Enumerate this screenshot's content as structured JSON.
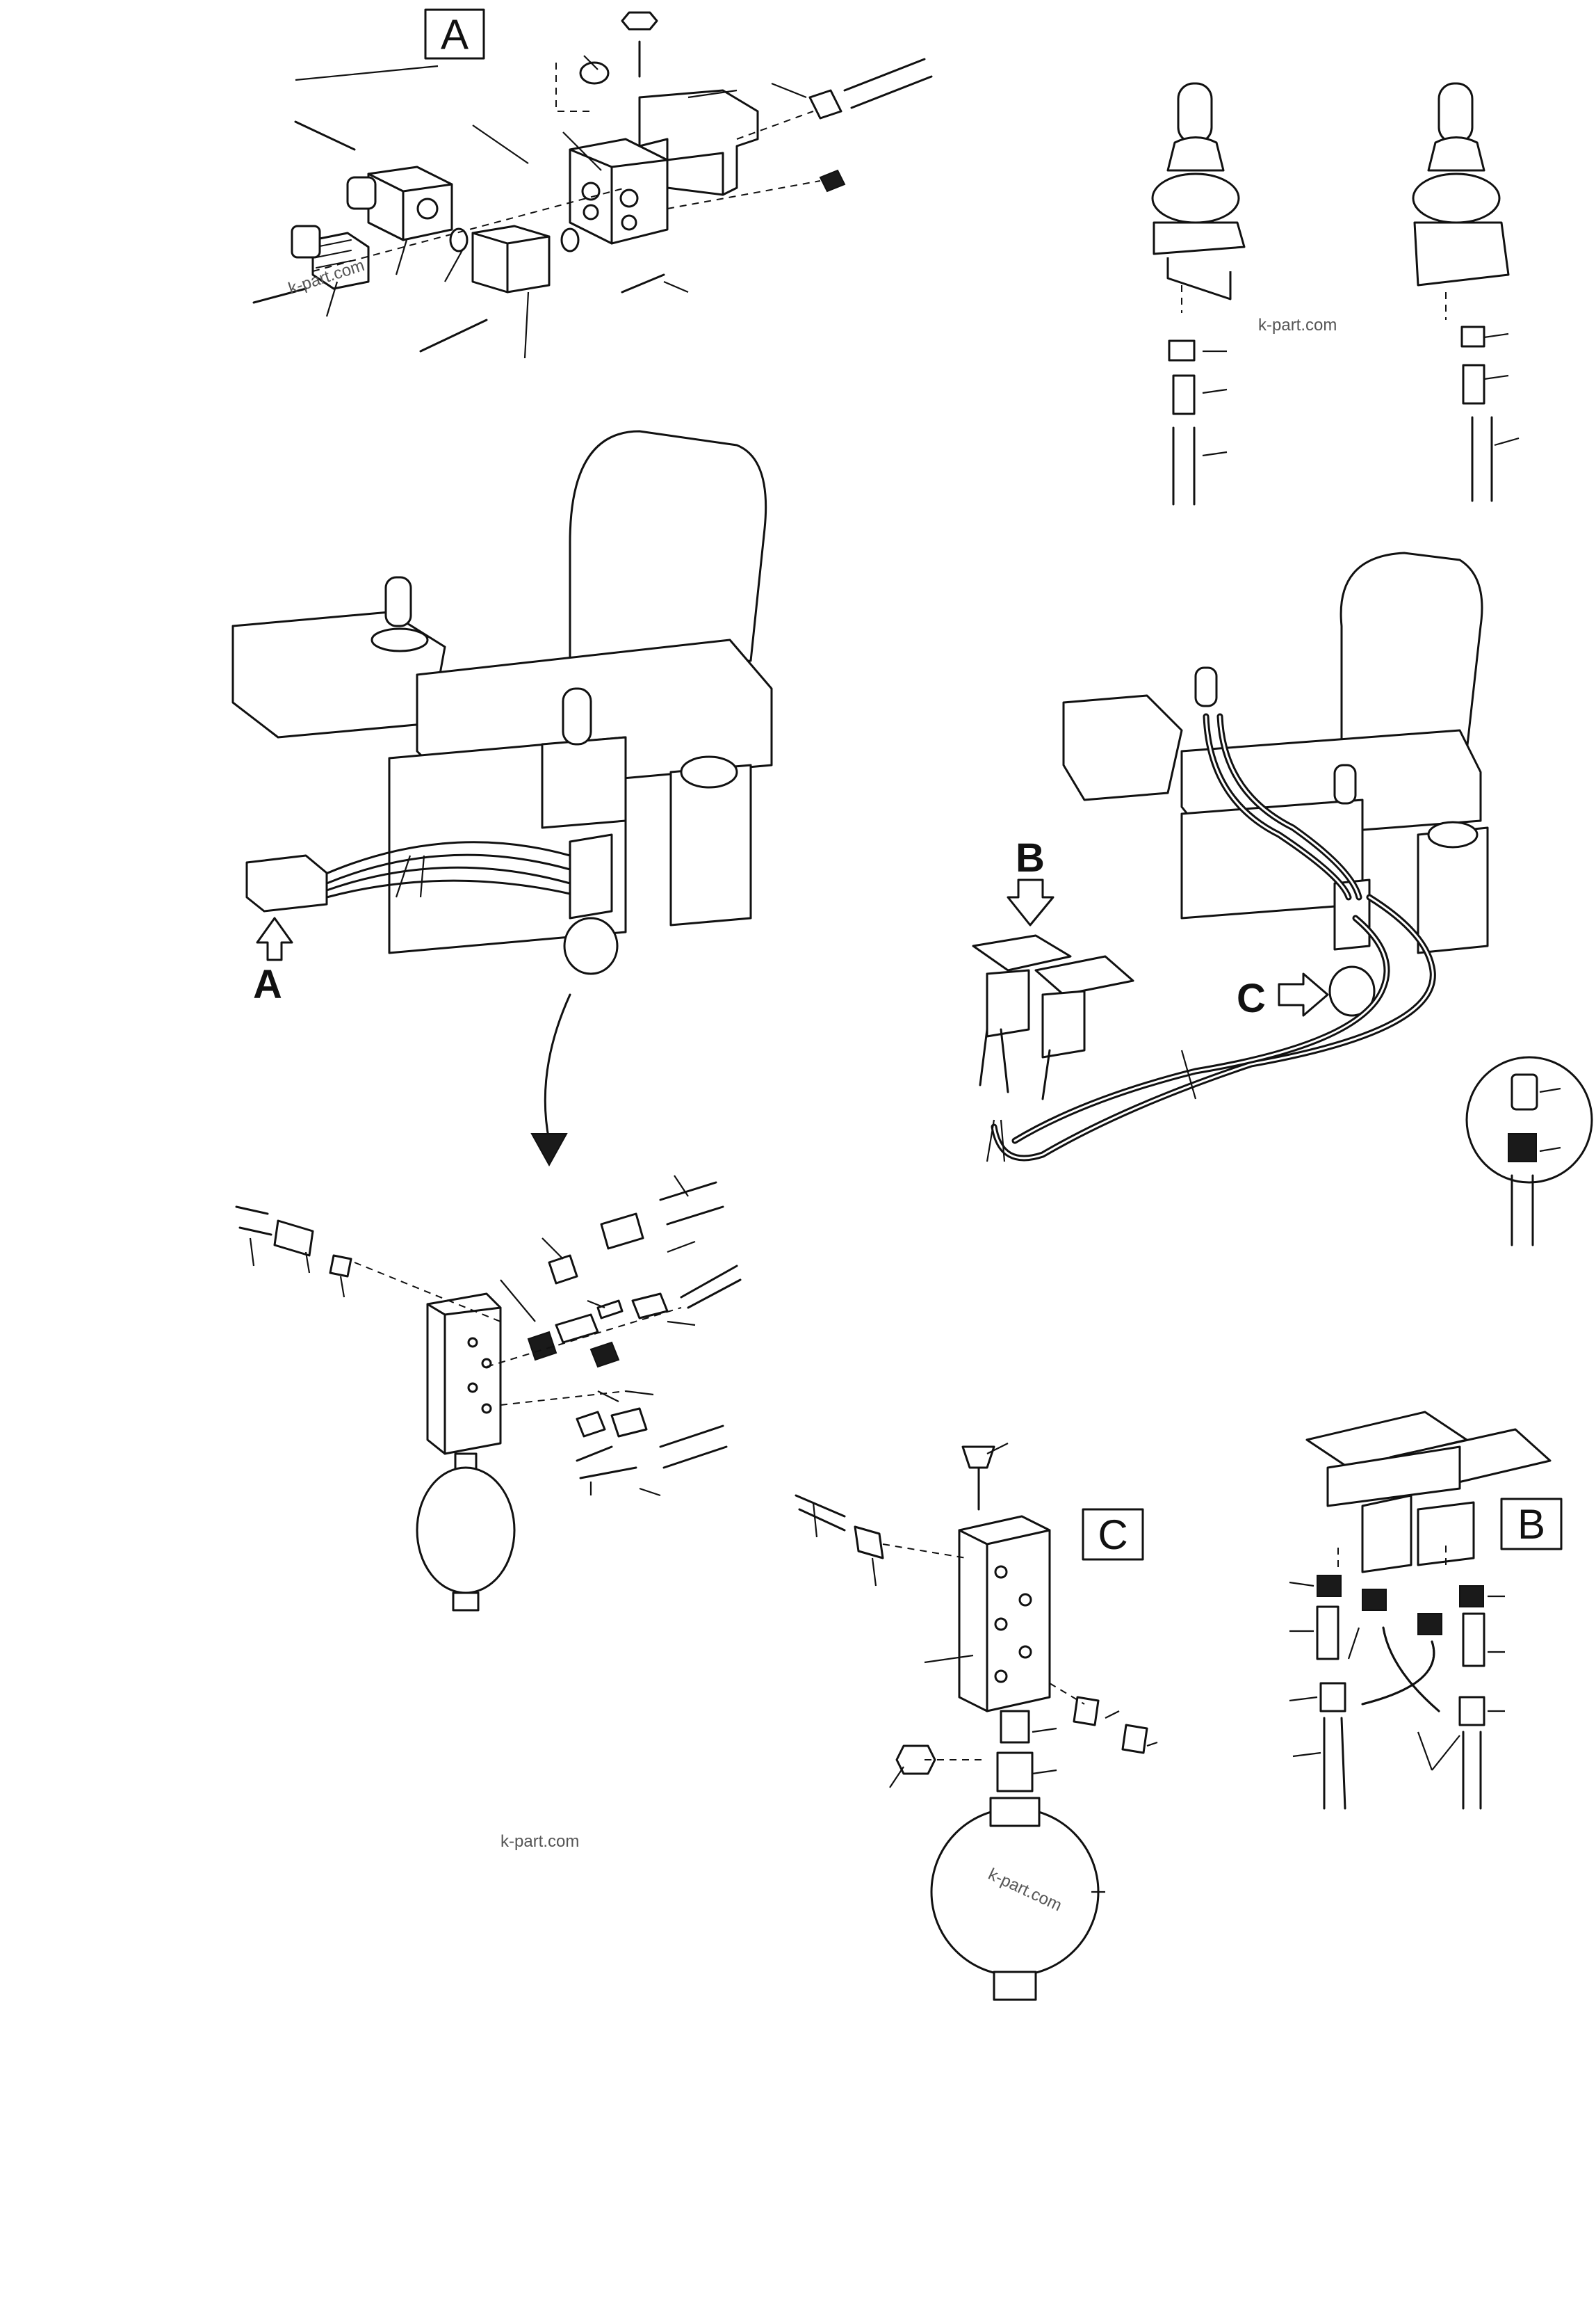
{
  "view_labels": {
    "a_box": "A",
    "a_arrow": "A",
    "b_box": "B",
    "b_arrow": "B",
    "c_box": "C",
    "c_arrow": "C"
  },
  "watermarks": [
    "k-part.com",
    "k-part.com",
    "k-part.com",
    "k-part.com"
  ],
  "colors": {
    "ink": "#111111",
    "paper": "#ffffff"
  }
}
